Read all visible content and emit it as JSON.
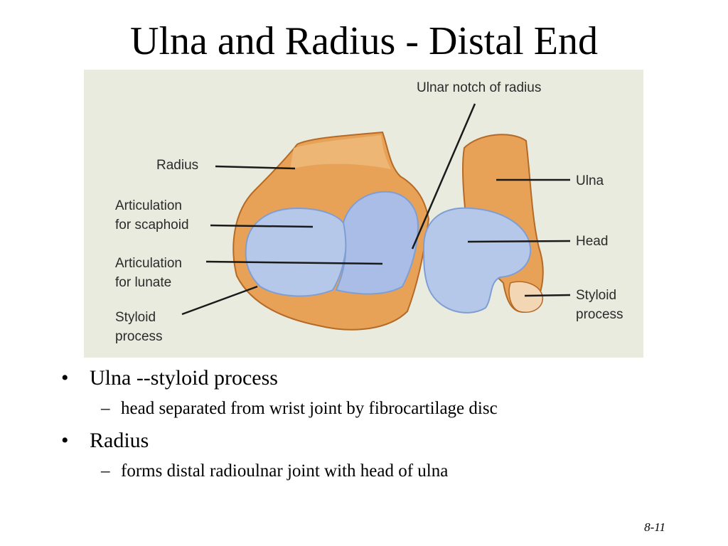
{
  "slide": {
    "title": "Ulna and Radius - Distal End",
    "page_number": "8-11"
  },
  "figure": {
    "labels": {
      "ulnar_notch": "Ulnar notch of radius",
      "radius": "Radius",
      "articulation_scaphoid": "Articulation\nfor scaphoid",
      "articulation_lunate": "Articulation\nfor lunate",
      "styloid_left": "Styloid\nprocess",
      "ulna": "Ulna",
      "head": "Head",
      "styloid_right": "Styloid\nprocess"
    },
    "colors": {
      "background": "#e9ebdf",
      "bone": "#e8a257",
      "bone_dark": "#c87a33",
      "cartilage": "#b5c8ea",
      "cartilage_dark": "#7e9ed4",
      "leader": "#1a1a1a"
    }
  },
  "bullets": [
    {
      "text": "Ulna --styloid process",
      "sub": "head separated from wrist joint by fibrocartilage disc"
    },
    {
      "text": "Radius",
      "sub": "forms distal radioulnar joint with head of ulna"
    }
  ],
  "symbols": {
    "bullet": "•",
    "dash": "–"
  }
}
